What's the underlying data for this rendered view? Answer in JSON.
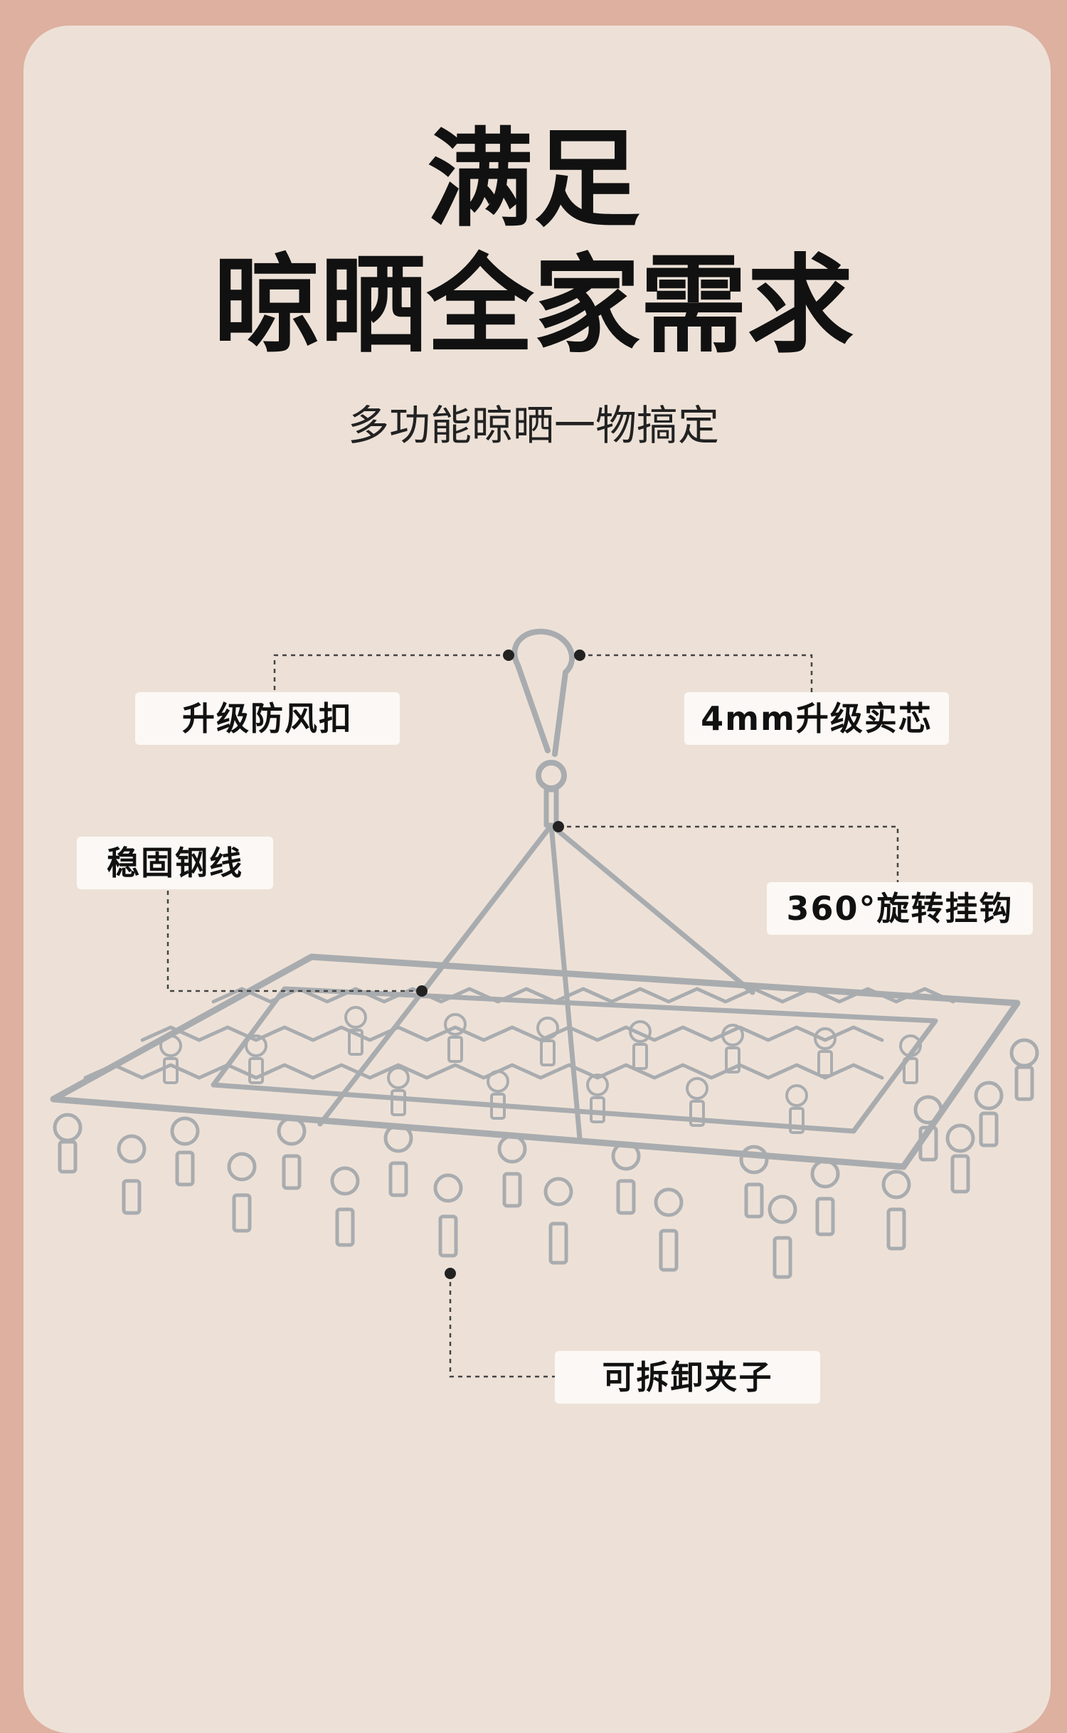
{
  "colors": {
    "background": "#ddb0a0",
    "card": "#ede1d7",
    "label_bg": "#fbf8f5",
    "text": "#111111"
  },
  "headline": {
    "line1": "满足",
    "line2": "晾晒全家需求"
  },
  "subtitle": "多功能晾晒一物搞定",
  "callouts": [
    {
      "id": "windproof-buckle",
      "label": "升级防风扣"
    },
    {
      "id": "solid-core",
      "label": "4mm升级实芯"
    },
    {
      "id": "steel-wire",
      "label": "稳固钢线"
    },
    {
      "id": "rotating-hook",
      "label": "360°旋转挂钩"
    },
    {
      "id": "removable-clips",
      "label": "可拆卸夹子"
    }
  ],
  "product": {
    "name": "stainless-steel-clip-hanger-illustration"
  }
}
